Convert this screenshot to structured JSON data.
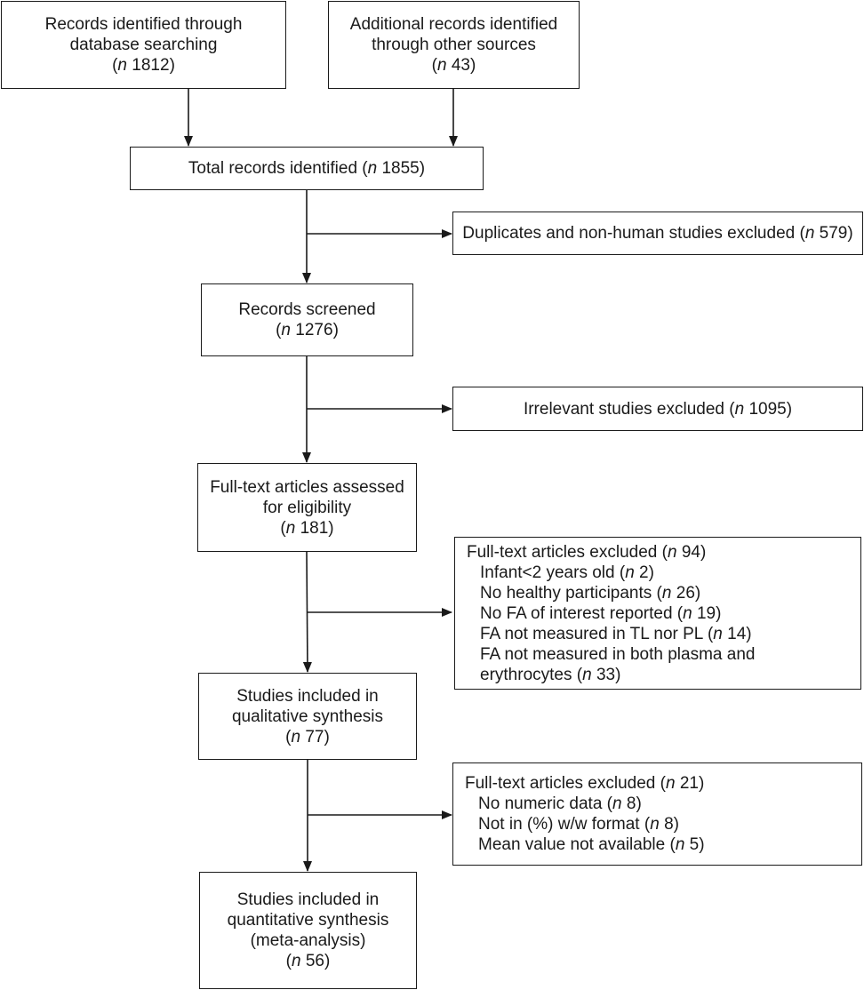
{
  "flow": {
    "identification": {
      "database": {
        "lines": [
          "Records identified through",
          "database searching"
        ],
        "n": "1812"
      },
      "other": {
        "lines": [
          "Additional records identified",
          "through other sources"
        ],
        "n": "43"
      }
    },
    "total": {
      "text": "Total records identified (",
      "n": "1855",
      "close": ")"
    },
    "duplicates": {
      "text": "Duplicates and non-human studies excluded (",
      "n": "579",
      "close": ")"
    },
    "screened": {
      "line": "Records screened",
      "n": "1276"
    },
    "irrelevant": {
      "text": "Irrelevant studies excluded (",
      "n": "1095",
      "close": ")"
    },
    "fulltext": {
      "lines": [
        "Full-text articles assessed",
        "for eligibility"
      ],
      "n": "181"
    },
    "excluded1": {
      "header": {
        "text": "Full-text articles excluded (",
        "n": "94",
        "close": ")"
      },
      "items": [
        {
          "text": "Infant<2 years old (",
          "n": "2",
          "close": ")"
        },
        {
          "text": "No healthy participants (",
          "n": "26",
          "close": ")"
        },
        {
          "text": "No FA of interest reported (",
          "n": "19",
          "close": ")"
        },
        {
          "text": "FA not measured in TL nor PL (",
          "n": "14",
          "close": ")"
        },
        {
          "text": "FA not measured in both plasma and",
          "text2": "erythrocytes (",
          "n": "33",
          "close": ")"
        }
      ]
    },
    "qualitative": {
      "lines": [
        "Studies included in",
        "qualitative synthesis"
      ],
      "n": "77"
    },
    "excluded2": {
      "header": {
        "text": "Full-text articles excluded (",
        "n": "21",
        "close": ")"
      },
      "items": [
        {
          "text": "No numeric data (",
          "n": "8",
          "close": ")"
        },
        {
          "text": "Not in (%) w/w format (",
          "n": "8",
          "close": ")"
        },
        {
          "text": "Mean value not available (",
          "n": "5",
          "close": ")"
        }
      ]
    },
    "quantitative": {
      "lines": [
        "Studies included in",
        "quantitative synthesis",
        "(meta-analysis)"
      ],
      "n": "56"
    },
    "n_label": "n"
  }
}
